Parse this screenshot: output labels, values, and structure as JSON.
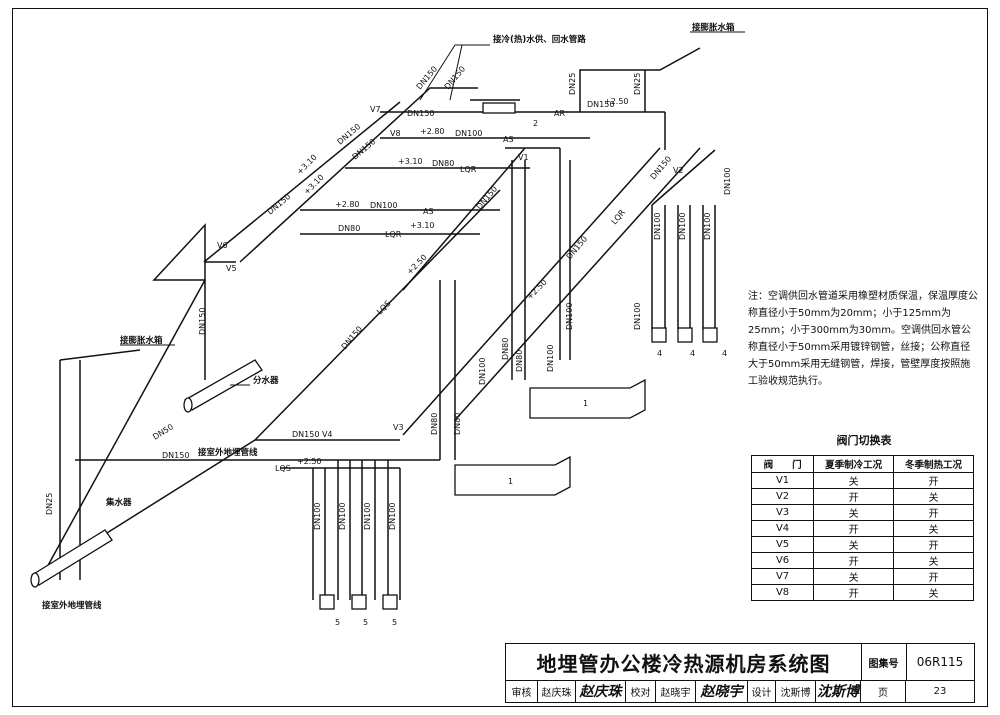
{
  "drawing": {
    "callouts": {
      "supply_return": "接冷(热)水供、回水管路",
      "expansion_tank_top": "接膨胀水箱",
      "expansion_tank_left": "接膨胀水箱",
      "distributor": "分水器",
      "collector": "集水器",
      "outdoor_pipe_1": "接室外地埋管线",
      "outdoor_pipe_2": "接室外地埋管线"
    },
    "pipe_labels": {
      "dn150": "DN150",
      "dn100": "DN100",
      "dn80": "DN80",
      "dn50": "DN50",
      "dn25": "DN25",
      "dn150_v4": "DN150 V4"
    },
    "elevations": {
      "e310": "+3.10",
      "e280": "+2.80",
      "e250": "+2.50"
    },
    "line_codes": {
      "ar": "AR",
      "as": "AS",
      "lqr": "LQR",
      "lqs": "LQS"
    },
    "valve_tags": [
      "V1",
      "V2",
      "V3",
      "V4",
      "V5",
      "V6",
      "V7",
      "V8"
    ],
    "equipment_numbers": {
      "unit_1": "1",
      "unit_2": "2",
      "unit_4": "4",
      "unit_5": "5"
    }
  },
  "notes": {
    "text": "注：空调供回水管道采用橡塑材质保温，保温厚度公称直径小于50mm为20mm；小于125mm为25mm；小于300mm为30mm。空调供回水管公称直径小于50mm采用镀锌钢管，丝接；公称直径大于50mm采用无缝钢管，焊接，管壁厚度按照施工验收规范执行。"
  },
  "valve_table": {
    "title": "阀门切换表",
    "headers": [
      "阀　　门",
      "夏季制冷工况",
      "冬季制热工况"
    ],
    "rows": [
      [
        "V1",
        "关",
        "开"
      ],
      [
        "V2",
        "开",
        "关"
      ],
      [
        "V3",
        "关",
        "开"
      ],
      [
        "V4",
        "开",
        "关"
      ],
      [
        "V5",
        "关",
        "开"
      ],
      [
        "V6",
        "开",
        "关"
      ],
      [
        "V7",
        "关",
        "开"
      ],
      [
        "V8",
        "开",
        "关"
      ]
    ]
  },
  "title_block": {
    "title": "地埋管办公楼冷热源机房系统图",
    "set_label": "图集号",
    "set_number": "06R115",
    "review_label": "审核",
    "reviewer": "赵庆珠",
    "reviewer_sig": "赵庆珠",
    "check_label": "校对",
    "checker": "赵晓宇",
    "checker_sig": "赵晓宇",
    "design_label": "设计",
    "designer": "沈斯博",
    "designer_sig": "沈斯博",
    "page_label": "页",
    "page_number": "23"
  }
}
